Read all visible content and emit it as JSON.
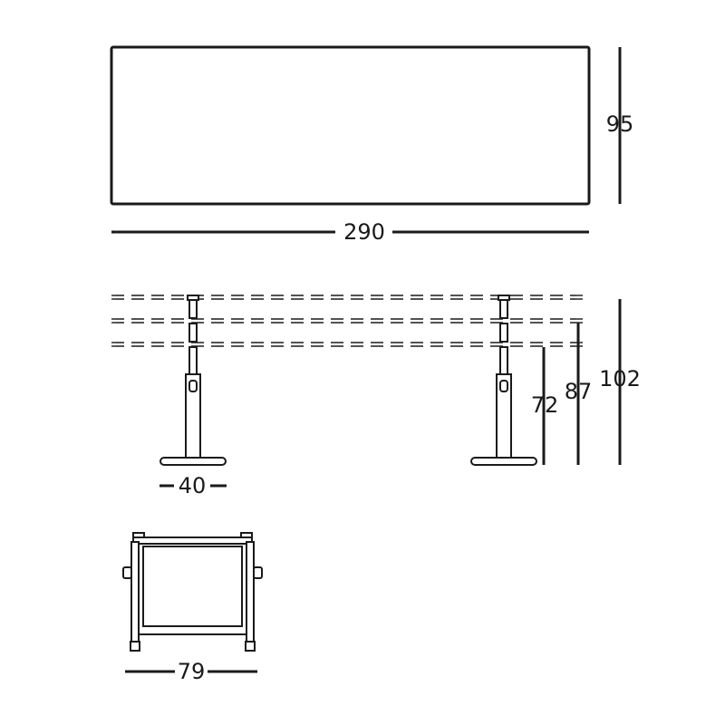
{
  "dimensions": {
    "top_length": "290",
    "top_depth": "95",
    "height_min": "72",
    "height_mid": "87",
    "height_max": "102",
    "foot_width": "40",
    "side_width": "79"
  }
}
